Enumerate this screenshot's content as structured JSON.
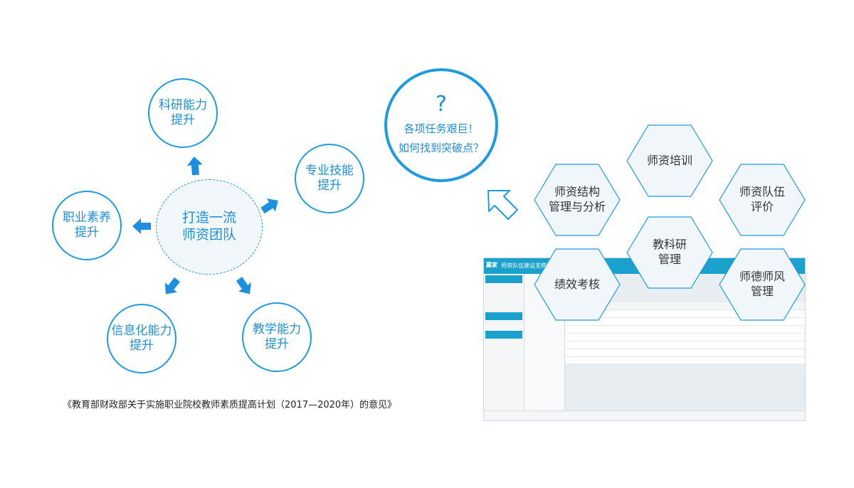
{
  "center": {
    "label": "打造一流\n师资团队"
  },
  "nodes": [
    {
      "id": "keyan",
      "label": "科研能力\n提升"
    },
    {
      "id": "zhuanye",
      "label": "专业技能\n提升"
    },
    {
      "id": "jiaoxue",
      "label": "教学能力\n提升"
    },
    {
      "id": "xinxihua",
      "label": "信息化能力\n提升"
    },
    {
      "id": "zhiye",
      "label": "职业素养\n提升"
    }
  ],
  "question": {
    "mark": "?",
    "line1": "各项任务艰巨！",
    "line2": "如何找到突破点？"
  },
  "hexagons": [
    {
      "id": "peixun",
      "label": "师资培训"
    },
    {
      "id": "jiegou",
      "label": "师资结构\n管理与分析"
    },
    {
      "id": "pingjia",
      "label": "师资队伍\n评价"
    },
    {
      "id": "jiaokeyan",
      "label": "教科研\n管理"
    },
    {
      "id": "jixiao",
      "label": "绩效考核"
    },
    {
      "id": "shide",
      "label": "师德师风\n管理"
    }
  ],
  "citation": "《教育部财政部关于实施职业院校教师素质提高计划（2017—2020年）的意见》",
  "screenshot": {
    "logo": "赢家",
    "title": "师资队伍建设支撑平台"
  },
  "colors": {
    "accent": "#1e9be0",
    "center_fill": "#f2f7fc",
    "hex_fill": "#f1f6fb"
  }
}
